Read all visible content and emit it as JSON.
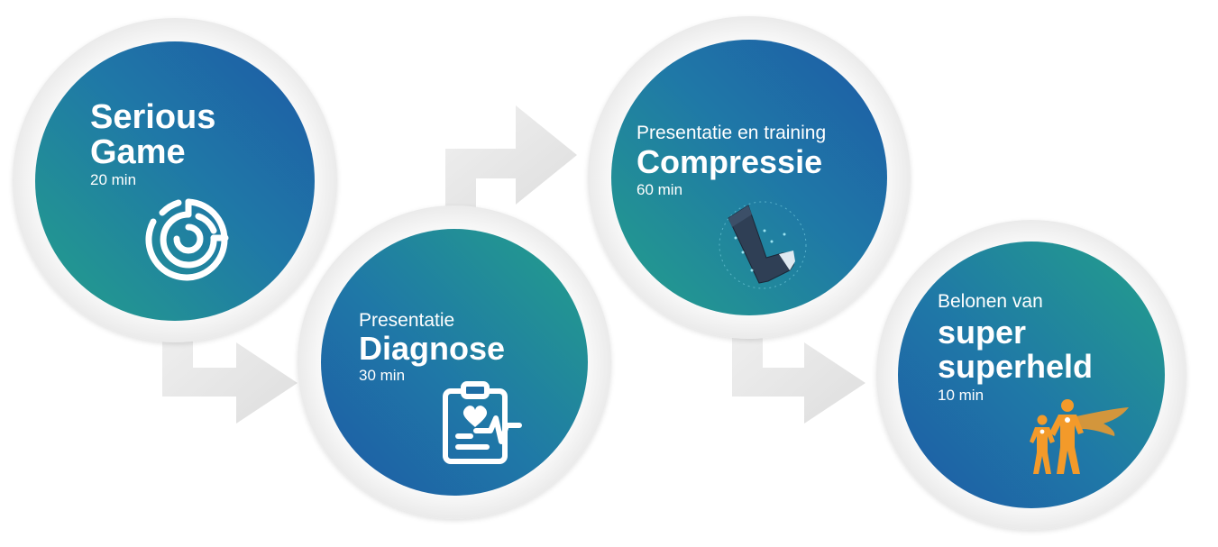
{
  "steps": [
    {
      "title_lines": [
        "Serious",
        "Game"
      ],
      "duration": "20 min",
      "icon": "maze-icon"
    },
    {
      "subtitle": "Presentatie",
      "title": "Diagnose",
      "duration": "30 min",
      "icon": "clipboard-heart-icon"
    },
    {
      "subtitle": "Presentatie en training",
      "title": "Compressie",
      "duration": "60 min",
      "icon": "compression-stocking-icon"
    },
    {
      "subtitle": "Belonen van",
      "title_lines": [
        "super",
        "superheld"
      ],
      "duration": "10 min",
      "icon": "superheroes-icon"
    }
  ],
  "colors": {
    "gradient_blue": "#1e5aa6",
    "gradient_green": "#24a08a",
    "connector": "#e6e6e6",
    "hero_orange": "#f39a2a"
  }
}
